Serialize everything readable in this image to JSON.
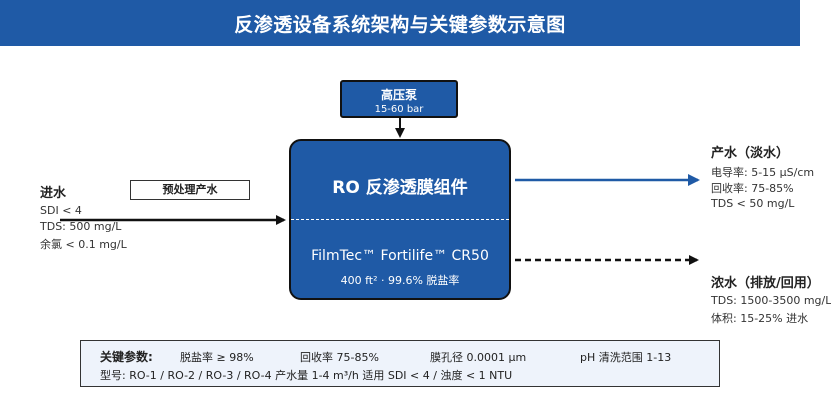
{
  "header": {
    "title": "反渗透设备系统架构与关键参数示意图"
  },
  "pump": {
    "title": "高压泵",
    "pressure": "15-60 bar"
  },
  "ro_module": {
    "title": "RO 反渗透膜组件",
    "model": "FilmTec™ Fortilife™ CR50",
    "spec": "400 ft² · 99.6% 脱盐率"
  },
  "pretreatment": {
    "label": "预处理产水"
  },
  "inlet": {
    "title": "进水",
    "lines": [
      "SDI < 4",
      "TDS: 500 mg/L",
      "余氯 < 0.1 mg/L"
    ]
  },
  "product": {
    "title": "产水（淡水）",
    "lines": [
      "电导率: 5-15 μS/cm",
      "回收率: 75-85%",
      "TDS < 50 mg/L"
    ]
  },
  "concentrate": {
    "title": "浓水（排放/回用）",
    "lines": [
      "TDS: 1500-3500 mg/L",
      "体积: 15-25% 进水"
    ]
  },
  "params": {
    "heading": "关键参数:",
    "items": [
      "脱盐率 ≥ 98%",
      "回收率 75-85%",
      "膜孔径 0.0001 μm",
      "pH 清洗范围 1-13"
    ],
    "models": "型号: RO-1 / RO-2 / RO-3 / RO-4 产水量 1-4 m³/h 适用 SDI < 4 / 浊度 < 1 NTU"
  },
  "colors": {
    "primary": "#1f5aa6",
    "line": "#111111"
  }
}
